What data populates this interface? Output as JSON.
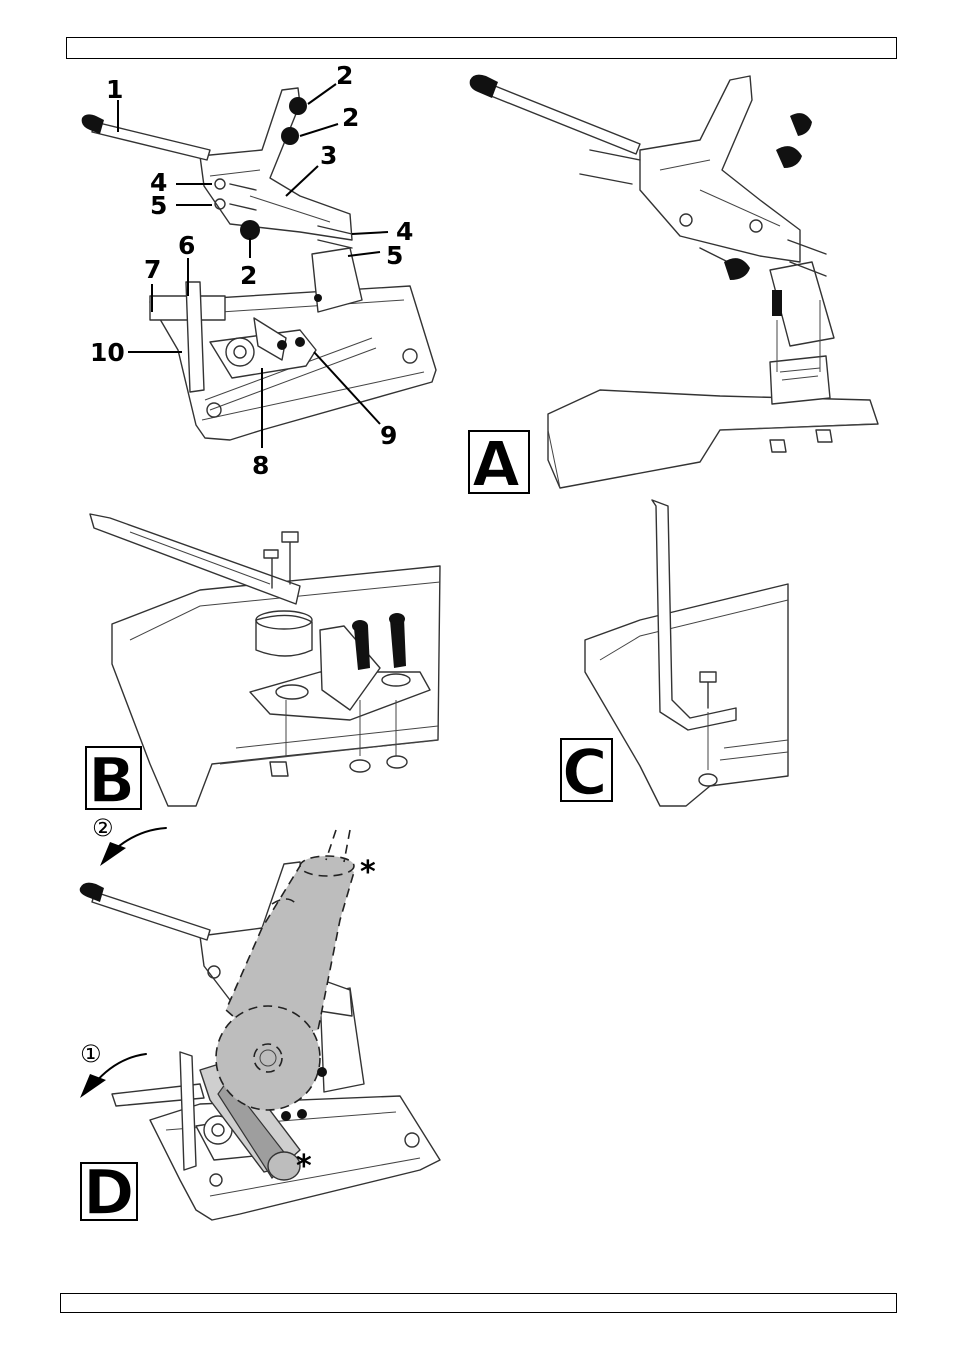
{
  "header": {
    "text": ""
  },
  "footer": {
    "text": ""
  },
  "figures": {
    "main": {
      "labels": [
        "1",
        "2",
        "2",
        "3",
        "4",
        "5",
        "2",
        "4",
        "5",
        "6",
        "7",
        "10",
        "8",
        "9"
      ]
    },
    "A": {
      "letter": "A"
    },
    "B": {
      "letter": "B"
    },
    "C": {
      "letter": "C"
    },
    "D": {
      "letter": "D",
      "steps": [
        "②",
        "①"
      ],
      "markers": [
        "*",
        "*"
      ]
    }
  },
  "colors": {
    "ink": "#000000",
    "line": "#333333",
    "grinder": "#bdbdbd",
    "knob": "#111111"
  }
}
